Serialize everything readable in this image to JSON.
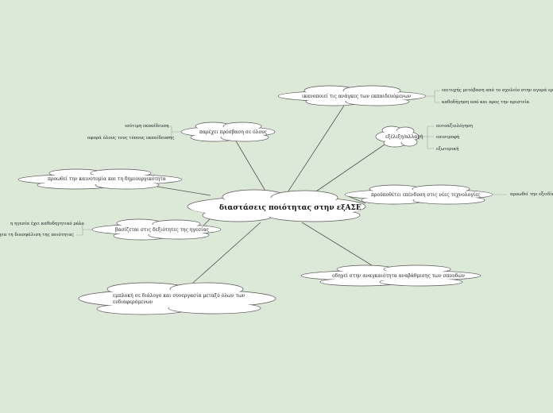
{
  "central": {
    "label": "διαστάσεις ποιότητας στην εξΑΣΕ"
  },
  "branches": {
    "ikanopoiei": {
      "label": "ικανοποιεί τις ανάγκες των εκπαιδευόμενων",
      "leaves": [
        "επιτυχής μετάβαση από το σχολείο  στην αγορά εργασίας",
        "καθοδήγηση από και προς την αριστεία"
      ]
    },
    "parexei": {
      "label": "παρέχει πρόσβαση σε όλους",
      "leaves": [
        "ισότιμη εκπαίδευση",
        "αφορά όλους τους τύπους εκπαίδευσης"
      ]
    },
    "exelixi": {
      "label": "εξέλιξη/αλλαγή",
      "leaves": [
        "αυτοαξιολόγηση",
        "επιστροφή",
        "εξωτερική"
      ]
    },
    "proothei": {
      "label": "προωθεί την καινοτομία και τη δημιουργικότητα"
    },
    "proypothetei": {
      "label": "προϋποθέτει επένδυση στις νέες τεχνολογίες",
      "leaves": [
        "προωθεί την εξειδίκευση"
      ]
    },
    "vasizetai": {
      "label": "βασίζεται στις δεξιότητες της ηγεσίας",
      "leaves": [
        "η ηγεσία έχει καθοδηγητικό ρόλο",
        "ευθύνες για τη διασφάλιση της ποιότητας"
      ]
    },
    "odigei": {
      "label": "οδηγεί στην αναγκαιότητα αναβάθμισης των σπουδών"
    },
    "emplokh": {
      "label": "εμπλοκή σε διάλογο και συνεργασία μεταξύ όλων των ενδιαφερόμενων"
    }
  },
  "colors": {
    "background": "#dce8d8",
    "cloud_fill": "#ffffff",
    "cloud_stroke": "#555555",
    "line": "#555555",
    "leaf_line": "#9aa89a"
  }
}
